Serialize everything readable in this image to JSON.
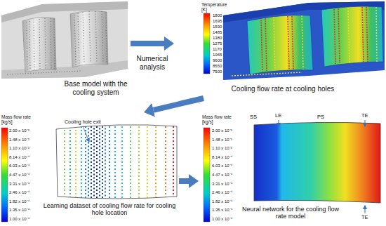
{
  "diagram": {
    "nodes": [
      {
        "text": [
          "Base model with the cooling system"
        ]
      },
      {
        "text": [
          "Cooling flow rate at cooling holes"
        ]
      },
      {
        "text": [
          "Learning dataset of cooling flow rate for cooling hole location"
        ]
      },
      {
        "text": [
          "Neural network for the cooling flow rate model"
        ]
      }
    ],
    "edges": [
      {
        "from": 0,
        "to": 1,
        "label": "Numerical analysis",
        "arrow": "to"
      },
      {
        "from": 1,
        "to": 2,
        "arrow": "to"
      },
      {
        "from": 2,
        "to": 3,
        "arrow": "to"
      }
    ],
    "labels": [
      "Temperature [K]",
      "1800",
      "1695",
      "1590",
      "1485",
      "1380",
      "1275",
      "1170",
      "1065",
      "9600",
      "8550",
      "7500",
      "Mass flow rate [kg/s]",
      "2.00 x 10⁻³",
      "1.48 x 10⁻³",
      "1.10 x 10⁻³",
      "8.14 x 10⁻⁴",
      "6.03 x 10⁻⁴",
      "4.47 x 10⁻⁴",
      "3.31 x 10⁻⁴",
      "2.46 x 10⁻⁴",
      "1.82 x 10⁻⁴",
      "1.35 x 10⁻⁴",
      "1.00 x 10⁻⁴",
      "Cooling hole exit",
      "Mass flow rate [kg/s]",
      "2.00 x 10⁻³",
      "1.48 x 10⁻³",
      "1.10 x 10⁻³",
      "8.14 x 10⁻⁴",
      "6.03 x 10⁻⁴",
      "4.47 x 10⁻⁴",
      "3.31 x 10⁻⁴",
      "2.46 x 10⁻⁴",
      "1.82 x 10⁻⁴",
      "1.35 x 10⁻⁴",
      "1.00 x 10⁻⁴",
      "SS",
      "LE",
      "PS",
      "TE",
      "TE"
    ]
  }
}
